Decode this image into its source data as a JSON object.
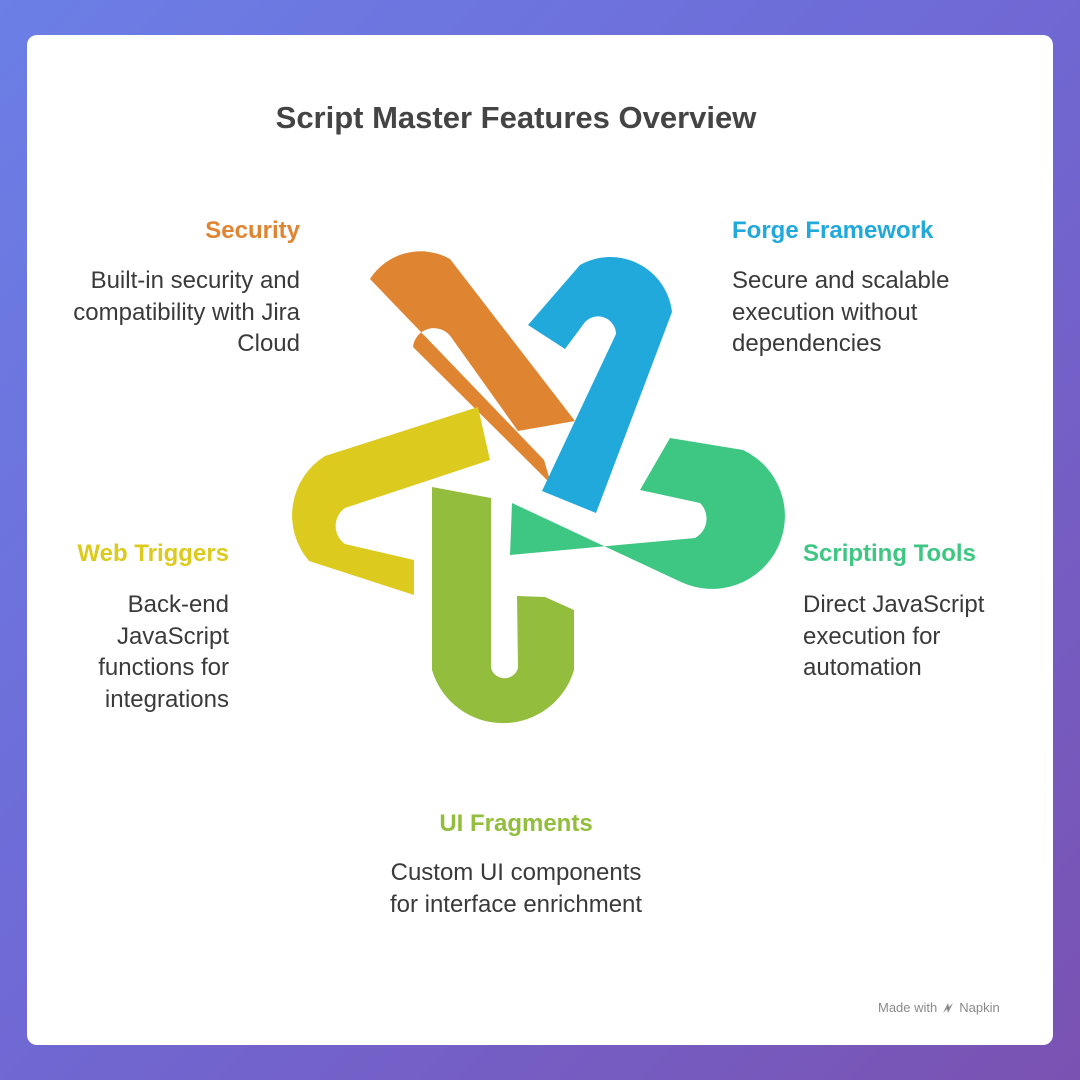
{
  "title": "Script Master Features Overview",
  "features": {
    "security": {
      "label": "Security",
      "description": "Built-in security and compatibility with Jira Cloud",
      "color": "#DF8430"
    },
    "forge": {
      "label": "Forge Framework",
      "description": "Secure and scalable execution without dependencies",
      "color": "#22A9DB"
    },
    "web_triggers": {
      "label": "Web Triggers",
      "description": "Back-end JavaScript functions for integrations",
      "color": "#DCCB1E"
    },
    "scripting": {
      "label": "Scripting Tools",
      "description": "Direct JavaScript execution for automation",
      "color": "#3EC683"
    },
    "ui_fragments": {
      "label": "UI Fragments",
      "description": "Custom UI components for interface enrichment",
      "color": "#93BD3C"
    }
  },
  "watermark": {
    "prefix": "Made with",
    "brand": "Napkin"
  }
}
